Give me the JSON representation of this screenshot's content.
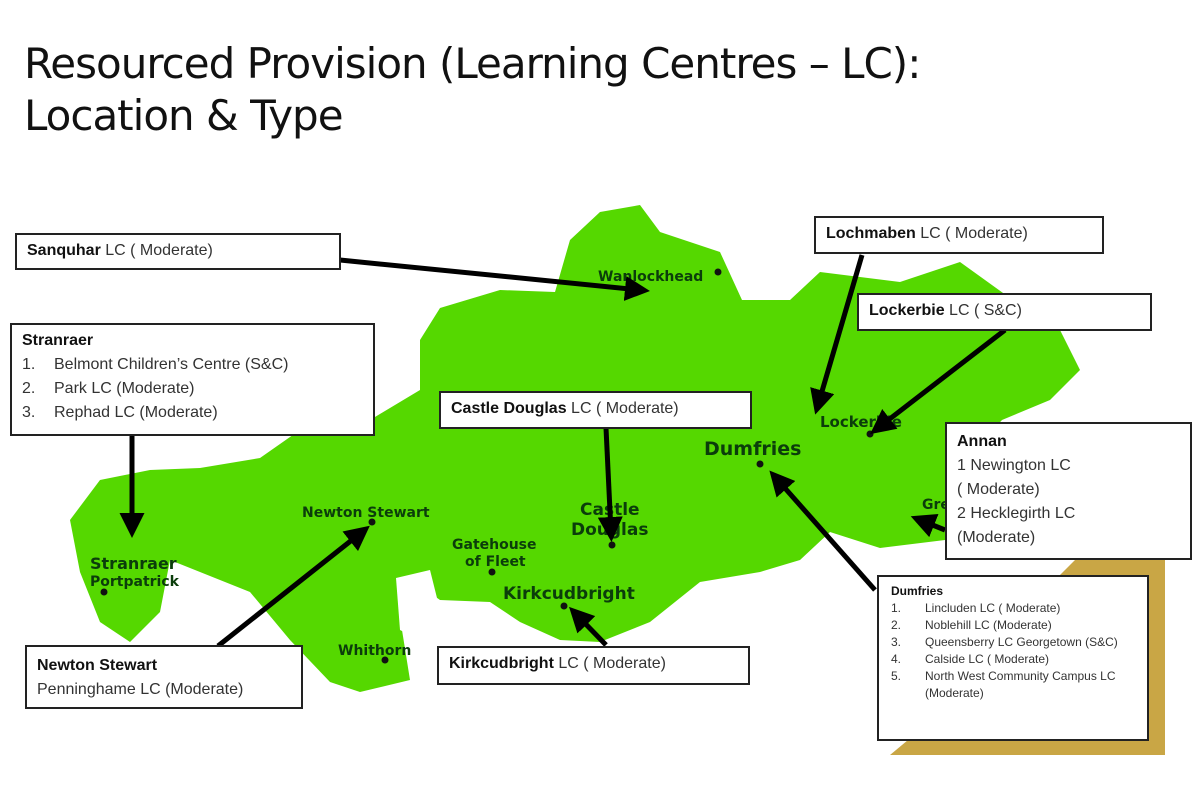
{
  "title_line1": "Resourced Provision (Learning Centres – LC):",
  "title_line2": "Location & Type",
  "colors": {
    "land": "#55d800",
    "gold": "#c9a645",
    "arrow": "#000000"
  },
  "map_labels": {
    "wanlockhead": "Wanlockhead",
    "lockerbie": "Lockerbie",
    "dumfries": "Dumfries",
    "gretna": "Gre",
    "castle_douglas_1": "Castle",
    "castle_douglas_2": "Douglas",
    "gatehouse_1": "Gatehouse",
    "gatehouse_2": "of Fleet",
    "kirkcudbright": "Kirkcudbright",
    "newton_stewart": "Newton Stewart",
    "stranraer": "Stranraer",
    "portpatrick": "Portpatrick",
    "whithorn": "Whithorn"
  },
  "callouts": {
    "sanquhar": {
      "name": "Sanquhar",
      "detail": " LC ( Moderate)"
    },
    "lochmaben": {
      "name": "Lochmaben",
      "detail": "  LC ( Moderate)"
    },
    "lockerbie": {
      "name": "Lockerbie",
      "detail": " LC ( S&C)"
    },
    "castle_douglas": {
      "name": "Castle Douglas",
      "detail": " LC ( Moderate)"
    },
    "stranraer": {
      "name": "Stranraer",
      "items": [
        {
          "n": "1.",
          "text": "Belmont Children’s Centre (S&C)"
        },
        {
          "n": "2.",
          "text": "Park LC (Moderate)"
        },
        {
          "n": "3.",
          "text": "Rephad LC (Moderate)"
        }
      ]
    },
    "annan": {
      "name": "Annan",
      "lines": [
        "1 Newington LC",
        "( Moderate)",
        "2 Hecklegirth LC",
        "(Moderate)"
      ]
    },
    "newton_stewart": {
      "name": "Newton Stewart",
      "detail": "Penninghame LC (Moderate)"
    },
    "kirkcudbright": {
      "name": "Kirkcudbright",
      "detail": " LC  ( Moderate)"
    },
    "dumfries": {
      "name": "Dumfries",
      "items": [
        {
          "n": "1.",
          "text": "Lincluden LC ( Moderate)"
        },
        {
          "n": "2.",
          "text": "Noblehill LC (Moderate)"
        },
        {
          "n": "3.",
          "text": "Queensberry LC Georgetown (S&C)"
        },
        {
          "n": "4.",
          "text": "Calside LC ( Moderate)"
        },
        {
          "n": "5.",
          "text": "North West Community Campus LC (Moderate)"
        }
      ]
    }
  }
}
